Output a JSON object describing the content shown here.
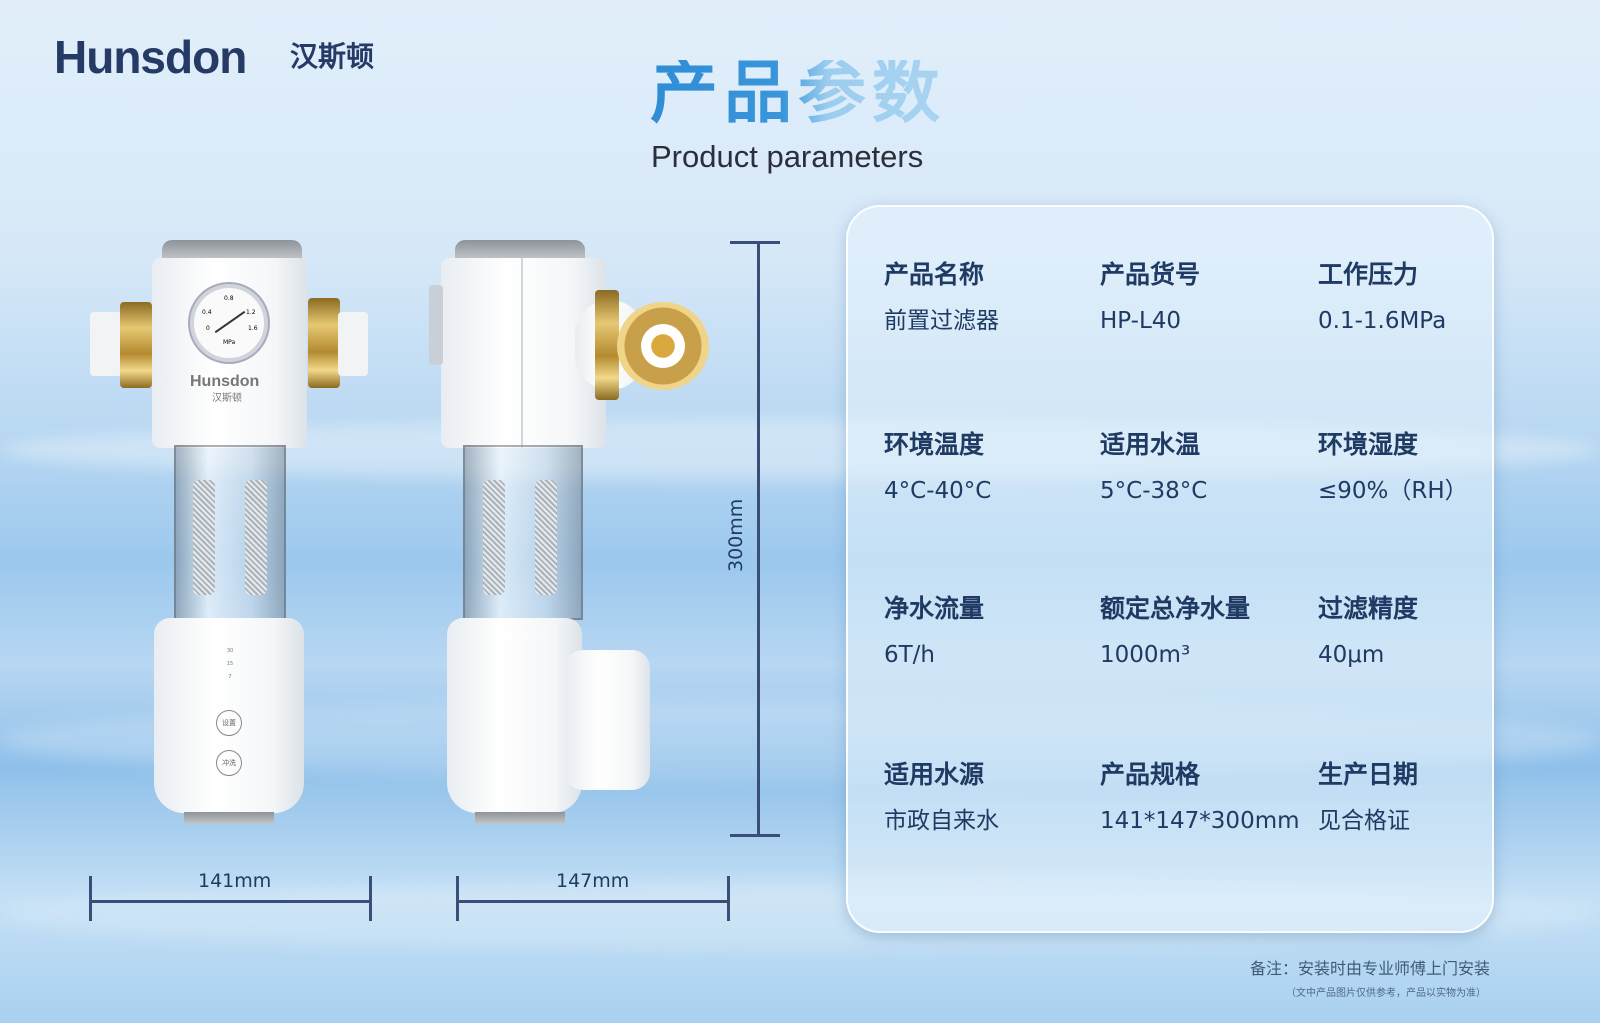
{
  "brand": {
    "name": "Hunsdon",
    "name_cn": "汉斯顿"
  },
  "header": {
    "title": "产品参数",
    "subtitle": "Product parameters"
  },
  "product": {
    "front_brand": "Hunsdon",
    "front_brand_cn": "汉斯顿",
    "gauge_ticks": [
      "0",
      "0.4",
      "0.8",
      "1.2",
      "1.6"
    ],
    "gauge_unit": "MPa",
    "interval_marks": [
      "30",
      "15",
      "7"
    ],
    "buttons": [
      "设置",
      "冲洗"
    ]
  },
  "dimensions": {
    "width_front": "141mm",
    "width_side": "147mm",
    "height": "300mm"
  },
  "specs": [
    {
      "label": "产品名称",
      "value": "前置过滤器"
    },
    {
      "label": "产品货号",
      "value": "HP-L40"
    },
    {
      "label": "工作压力",
      "value": "0.1-1.6MPa"
    },
    {
      "label": "环境温度",
      "value": "4°C-40°C"
    },
    {
      "label": "适用水温",
      "value": "5°C-38°C"
    },
    {
      "label": "环境湿度",
      "value": "≤90%（RH）"
    },
    {
      "label": "净水流量",
      "value": "6T/h"
    },
    {
      "label": "额定总净水量",
      "value": "1000m³"
    },
    {
      "label": "过滤精度",
      "value": "40μm"
    },
    {
      "label": "适用水源",
      "value": "市政自来水"
    },
    {
      "label": "产品规格",
      "value": "141*147*300mm"
    },
    {
      "label": "生产日期",
      "value": "见合格证"
    }
  ],
  "footer": {
    "note": "备注：安装时由专业师傅上门安装",
    "disclaimer": "（文中产品图片仅供参考，产品以实物为准）"
  },
  "colors": {
    "brand": "#263a66",
    "title_blue": "#2f8dd6",
    "text": "#1f3a63"
  }
}
